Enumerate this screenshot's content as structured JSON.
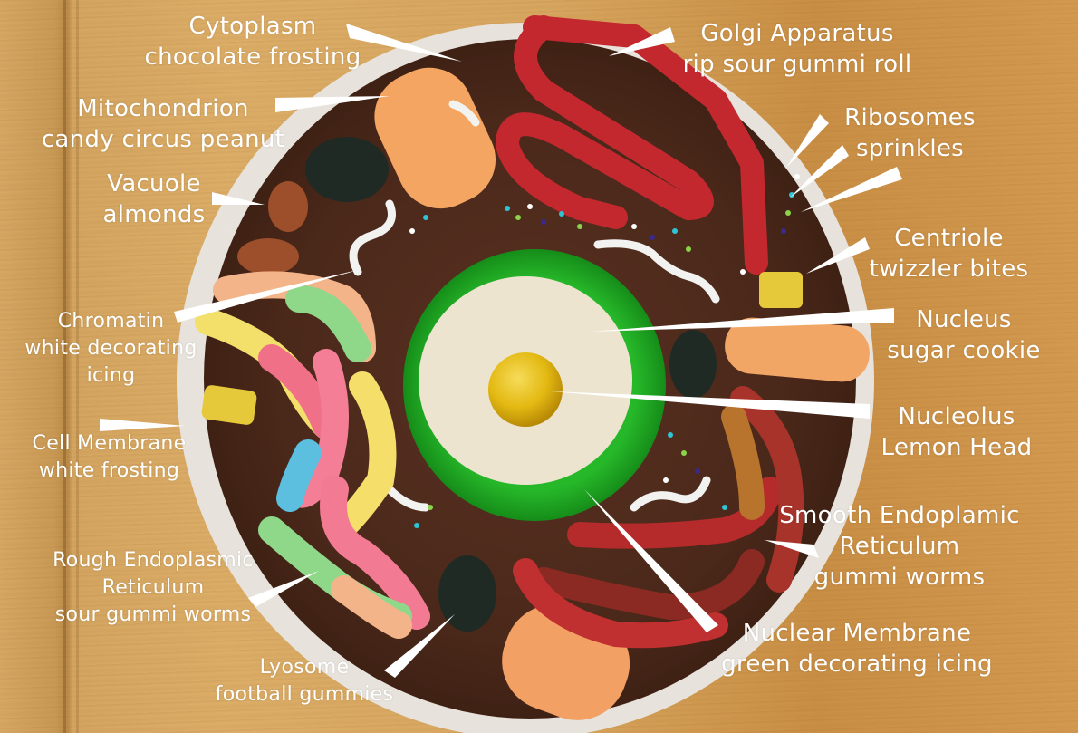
{
  "figure": {
    "subject": "Edible animal cell model cake",
    "colors": {
      "wood": "#d4a661",
      "cell_membrane": "#e9e6e1",
      "cytoplasm": "#4e2a1c",
      "nuclear_membrane": "#1fa41f",
      "nucleus": "#ece4cf",
      "nucleolus": "#e8c21a",
      "golgi": "#c4282f",
      "mitochondrion": "#f0a060",
      "lysosome": "#1f2a24",
      "centriole": "#e8cc3a",
      "pointer": "#ffffff",
      "label_text": "#ffffff"
    }
  },
  "labels": [
    {
      "id": "cytoplasm",
      "line1": "Cytoplasm",
      "line2": "chocolate frosting"
    },
    {
      "id": "golgi",
      "line1": "Golgi Apparatus",
      "line2": "rip sour gummi roll"
    },
    {
      "id": "mitochondrion",
      "line1": "Mitochondrion",
      "line2": "candy circus peanut"
    },
    {
      "id": "ribosomes",
      "line1": "Ribosomes",
      "line2": "sprinkles"
    },
    {
      "id": "vacuole",
      "line1": "Vacuole",
      "line2": "almonds"
    },
    {
      "id": "centriole",
      "line1": "Centriole",
      "line2": "twizzler bites"
    },
    {
      "id": "chromatin",
      "line1": "Chromatin",
      "line2": "white decorating",
      "line3": "icing"
    },
    {
      "id": "nucleus",
      "line1": "Nucleus",
      "line2": "sugar cookie"
    },
    {
      "id": "nucleolus",
      "line1": "Nucleolus",
      "line2": "Lemon Head"
    },
    {
      "id": "cell_membrane",
      "line1": "Cell Membrane",
      "line2": "white frosting"
    },
    {
      "id": "smooth_er",
      "line1": "Smooth Endoplamic",
      "line2": "Reticulum",
      "line3": "gummi worms"
    },
    {
      "id": "rough_er",
      "line1": "Rough Endoplasmic",
      "line2": "Reticulum",
      "line3": "sour gummi worms"
    },
    {
      "id": "nuclear_membrane",
      "line1": "Nuclear Membrane",
      "line2": "green decorating icing"
    },
    {
      "id": "lysosome",
      "line1": "Lyosome",
      "line2": "football gummies"
    }
  ]
}
